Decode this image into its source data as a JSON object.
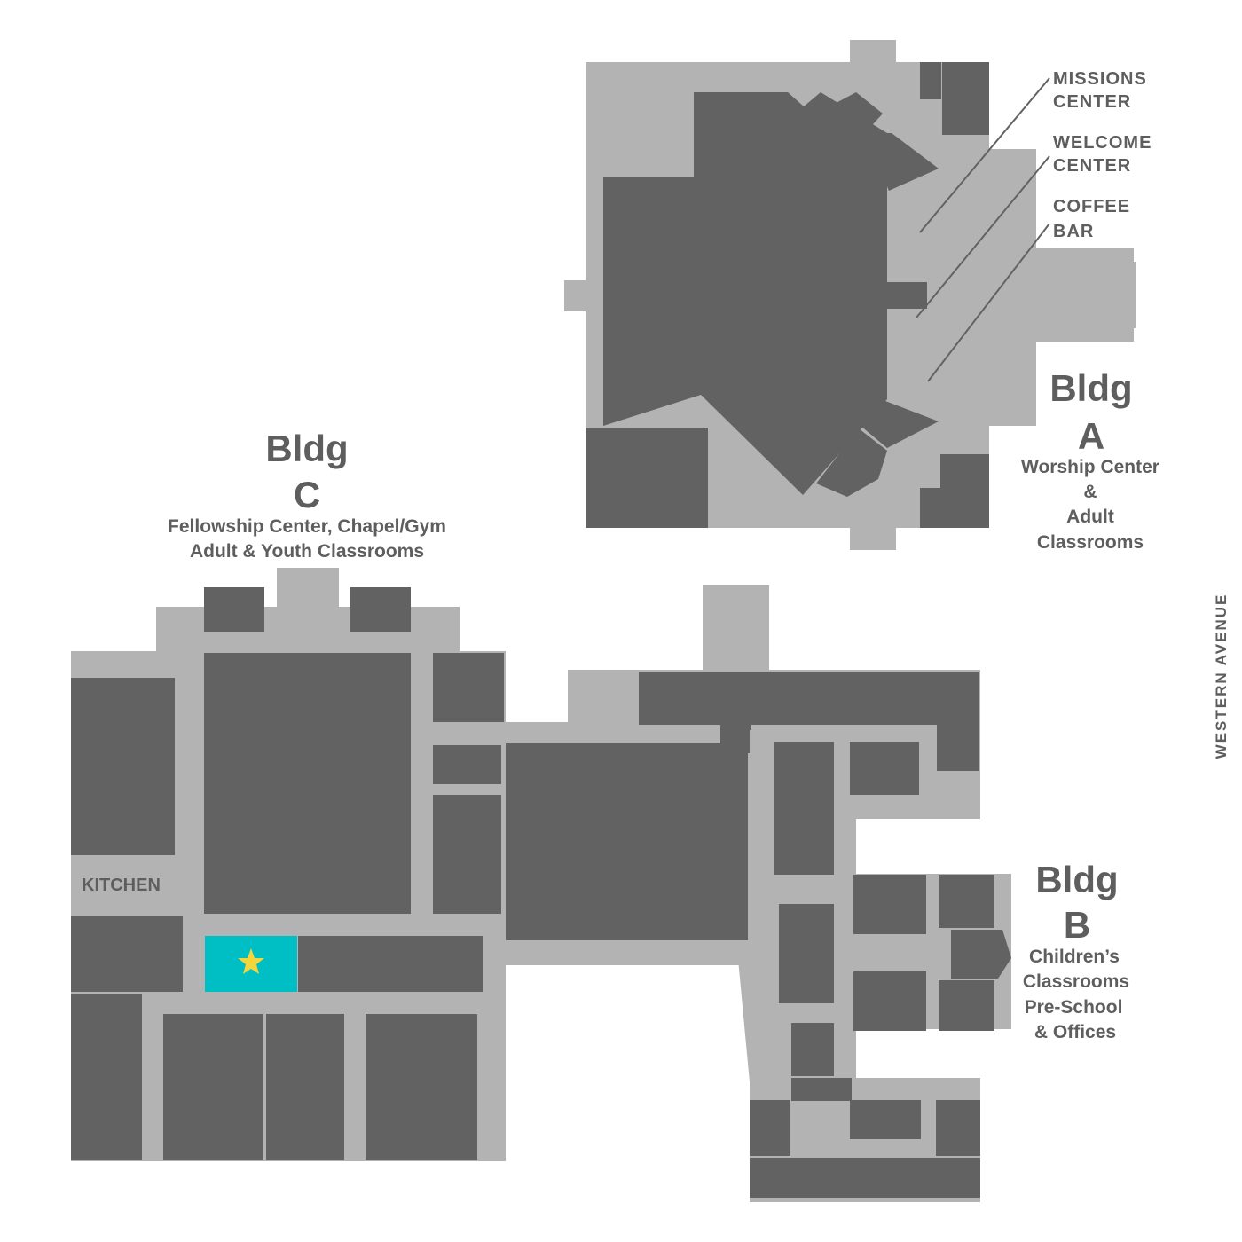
{
  "map": {
    "colors": {
      "corridor": "#b3b3b3",
      "room": "#626262",
      "highlight": "#00bfc4",
      "marker": "#f4d63c",
      "text": "#5e5e5e"
    },
    "marker_icon": "star-icon",
    "street": "WESTERN AVENUE",
    "buildings": {
      "a": {
        "name_line1": "Bldg",
        "name_line2": "A",
        "desc": [
          "Worship Center",
          "&",
          "Adult",
          "Classrooms"
        ]
      },
      "b": {
        "name_line1": "Bldg",
        "name_line2": "B",
        "desc": [
          "Children’s",
          "Classrooms",
          "Pre-School",
          "& Offices"
        ]
      },
      "c": {
        "name_line1": "Bldg",
        "name_line2": "C",
        "desc": [
          "Fellowship Center, Chapel/Gym",
          "Adult & Youth Classrooms"
        ]
      }
    },
    "features": {
      "missions": [
        "MISSIONS",
        "CENTER"
      ],
      "welcome": [
        "WELCOME",
        "CENTER"
      ],
      "coffee": [
        "COFFEE",
        "BAR"
      ]
    },
    "kitchen": "KITCHEN"
  }
}
